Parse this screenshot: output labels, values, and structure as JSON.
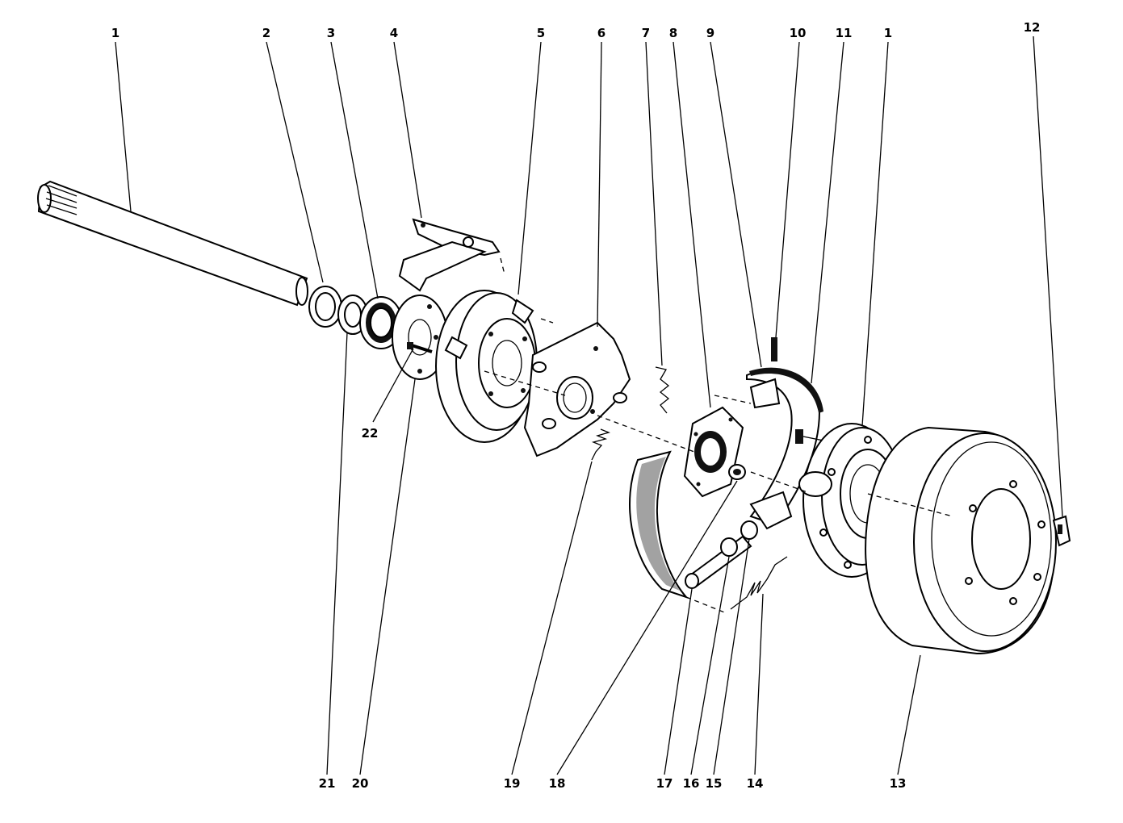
{
  "callouts": {
    "c1_top_left": "1",
    "c2": "2",
    "c3": "3",
    "c4": "4",
    "c5": "5",
    "c6": "6",
    "c7": "7",
    "c8": "8",
    "c9": "9",
    "c10": "10",
    "c11": "11",
    "c1_top_right": "1",
    "c12": "12",
    "c22": "22",
    "c21": "21",
    "c20": "20",
    "c19": "19",
    "c18": "18",
    "c17": "17",
    "c16": "16",
    "c15": "15",
    "c14": "14",
    "c13": "13"
  }
}
